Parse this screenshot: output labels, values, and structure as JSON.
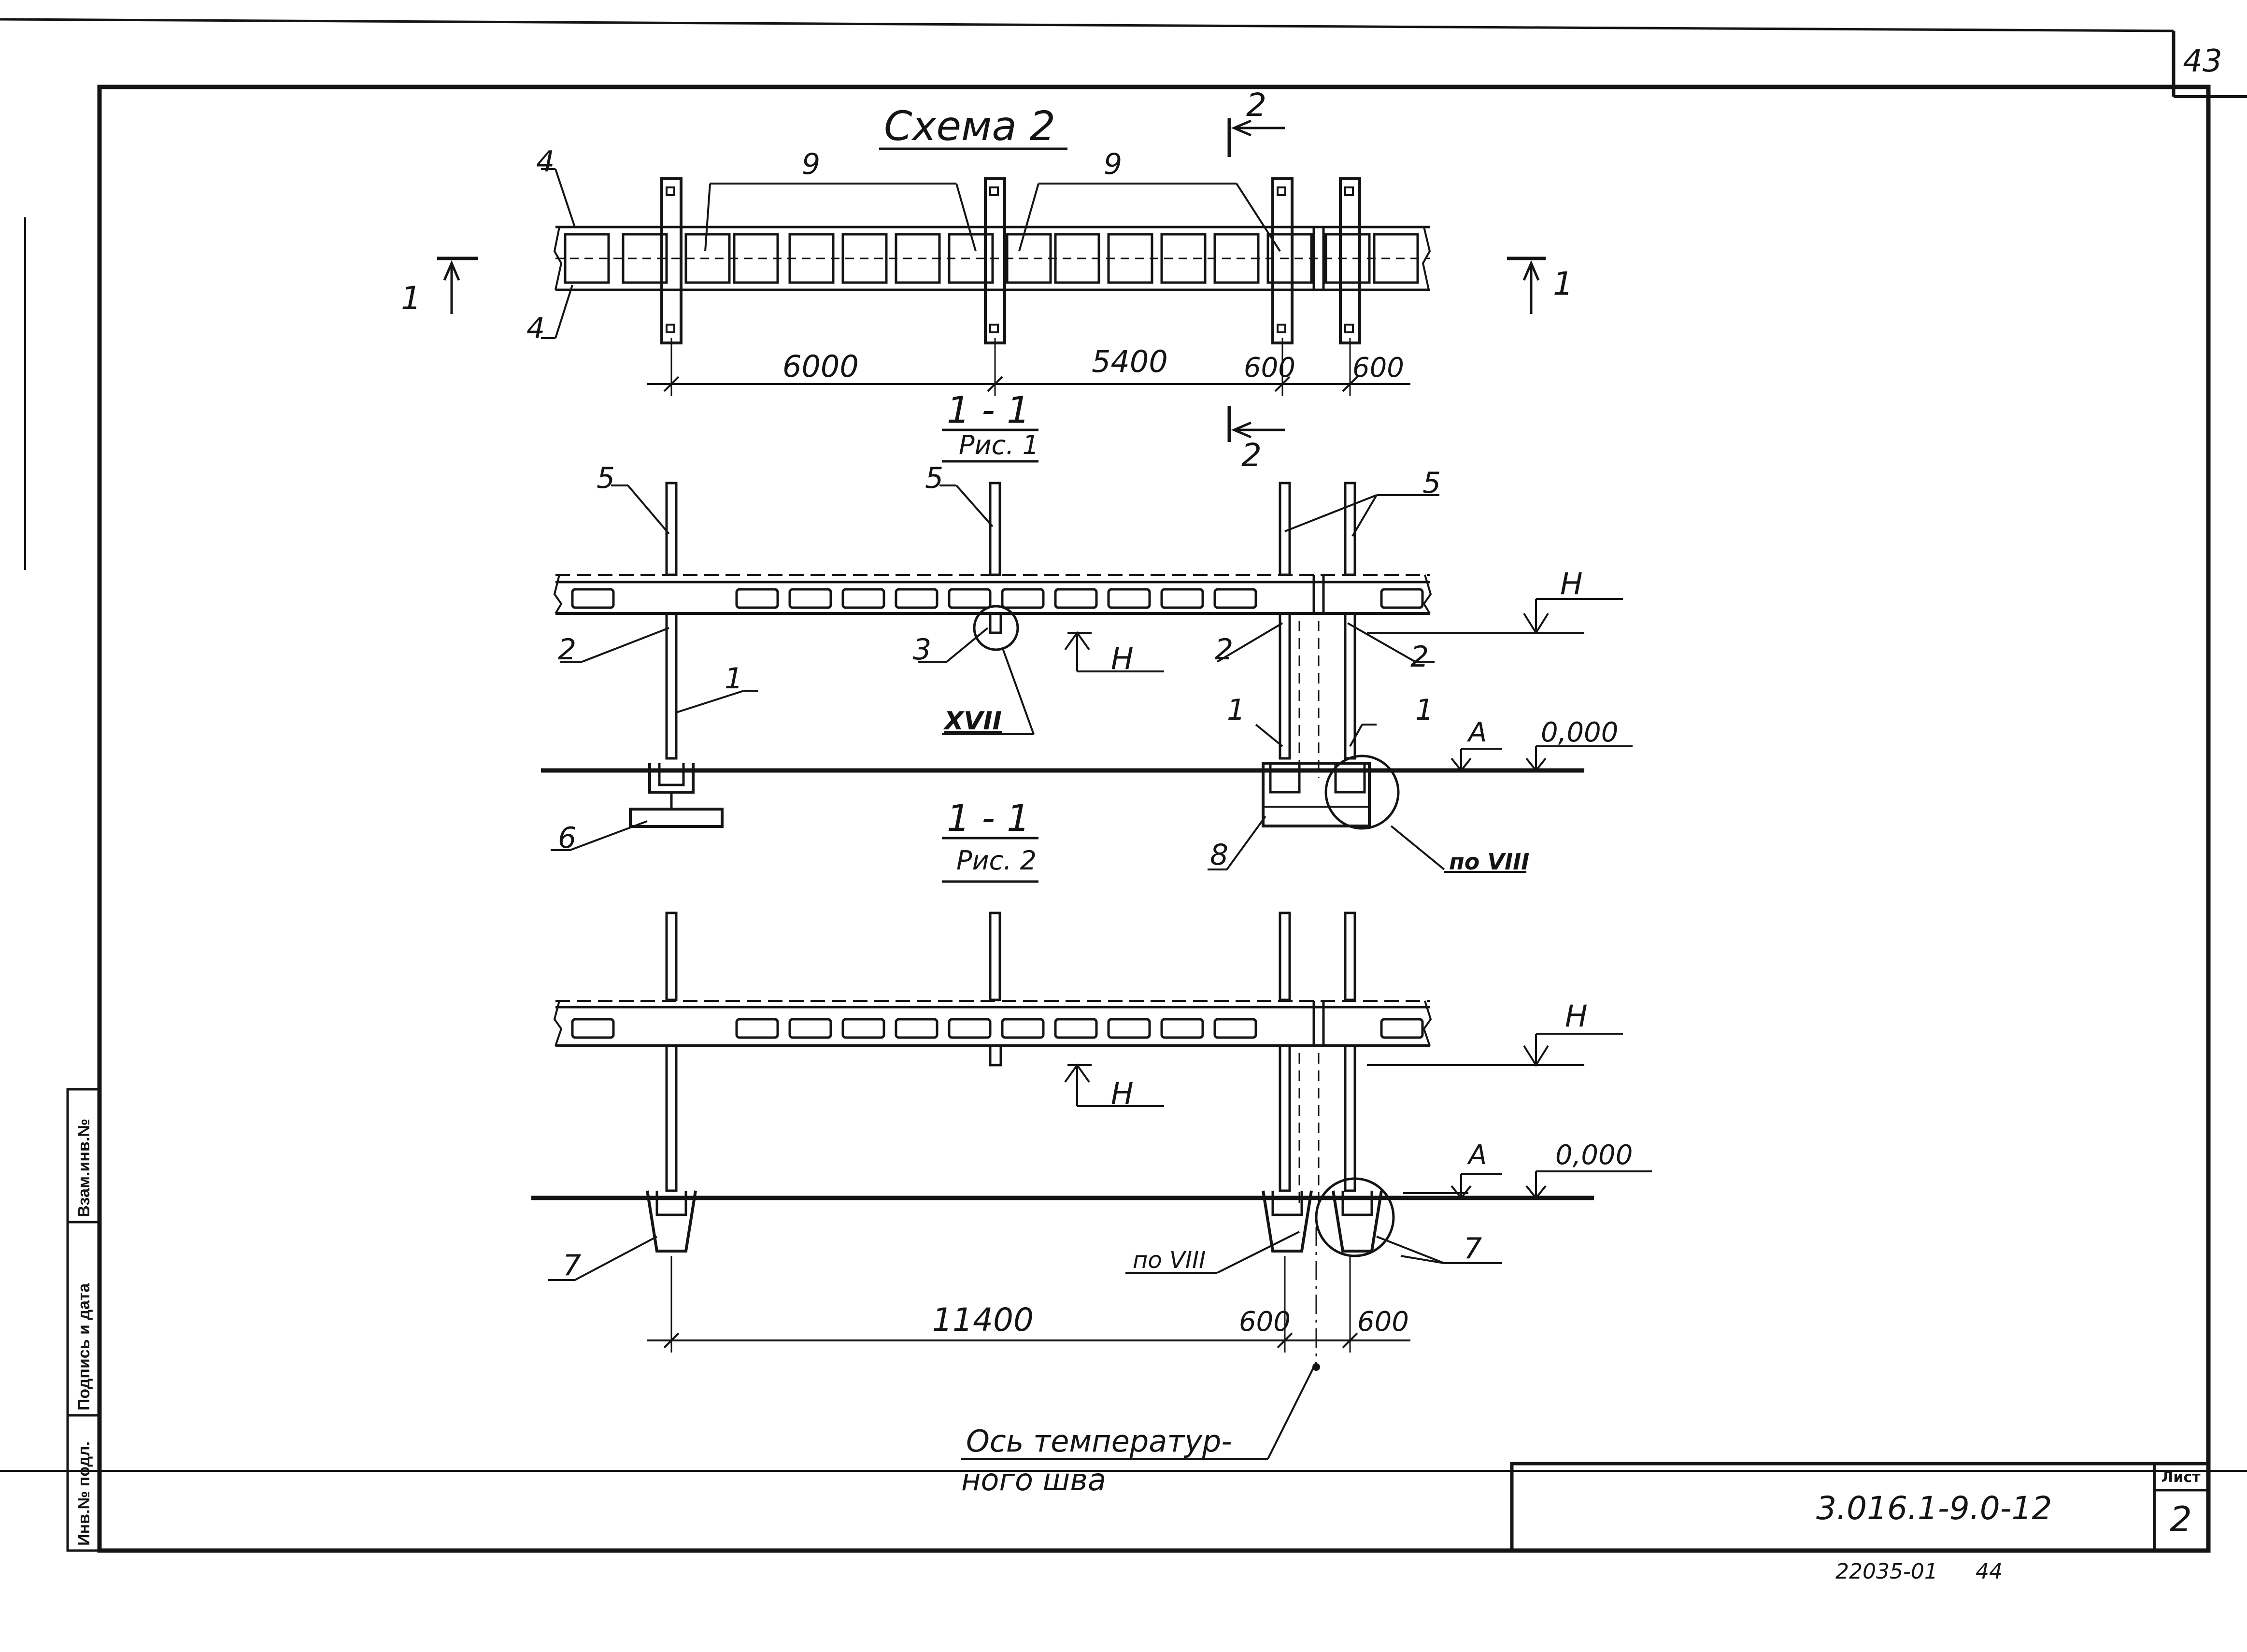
{
  "sheet": {
    "page_corner": "43",
    "document_code": "3.016.1-9.0-12",
    "sheet_label": "Лист",
    "sheet_number": "2",
    "archive_number": "22035-01",
    "archive_copy": "44"
  },
  "side_stamp": {
    "inv_no": "Инв.№ подл.",
    "signature_date": "Подпись и дата",
    "replace_inv": "Взам.инв.№"
  },
  "plan": {
    "title": "Схема 2",
    "cut_1": "1",
    "cut_2": "2",
    "labels": {
      "four": "4",
      "nine": "9"
    },
    "dims": [
      "6000",
      "5400",
      "600",
      "600"
    ]
  },
  "section1": {
    "title": "1 - 1",
    "sub": "Рис. 1",
    "callouts": {
      "one": "1",
      "two": "2",
      "three": "3",
      "five": "5",
      "six": "6",
      "eight": "8"
    },
    "node_xvii": "XVII",
    "node_viii": "по VIII",
    "level_h": "H",
    "level_a": "A",
    "level_zero": "0,000"
  },
  "section2": {
    "title": "1 - 1",
    "sub": "Рис. 2",
    "seven": "7",
    "node_viii": "по VIII",
    "level_h": "H",
    "level_a": "A",
    "level_zero": "0,000",
    "dims": [
      "11400",
      "600",
      "600"
    ],
    "axis_note_1": "Ось температур-",
    "axis_note_2": "ного шва"
  }
}
